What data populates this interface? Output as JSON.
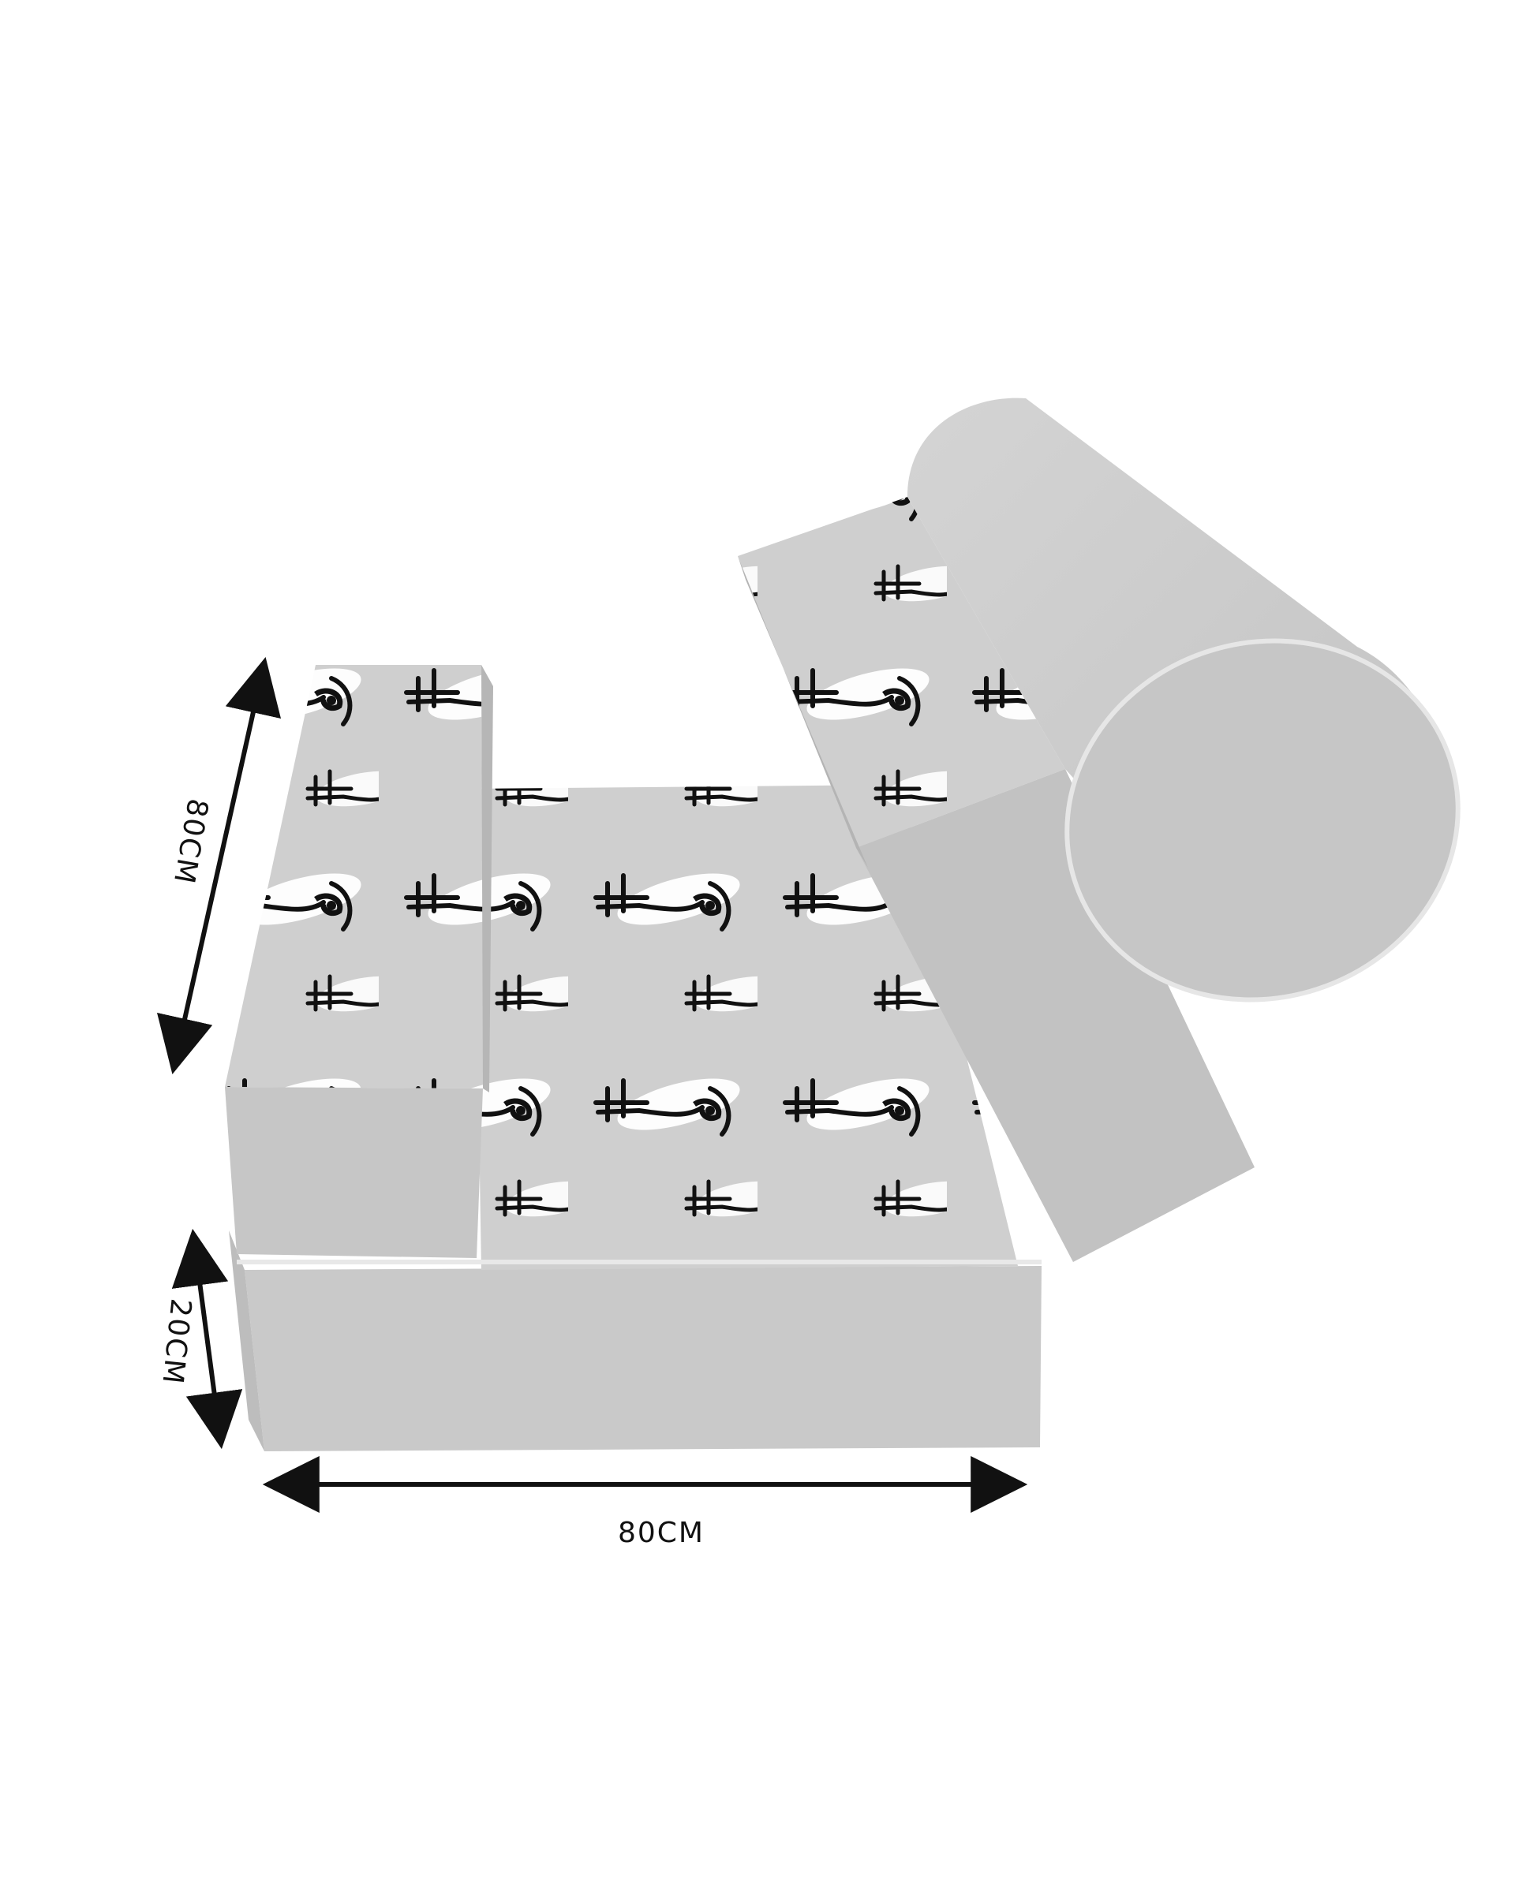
{
  "diagram": {
    "dimensions": {
      "depth": "80CM",
      "height": "20CM",
      "width": "80CM"
    }
  },
  "colors": {
    "background": "#ffffff",
    "foam_gray": "#c9c9c9",
    "foam_side": "#bdbdbd",
    "foam_shadow": "#a9a9a9",
    "pattern_ink": "#111111",
    "pattern_highlight": "#ffffff",
    "arrow": "#111111"
  }
}
